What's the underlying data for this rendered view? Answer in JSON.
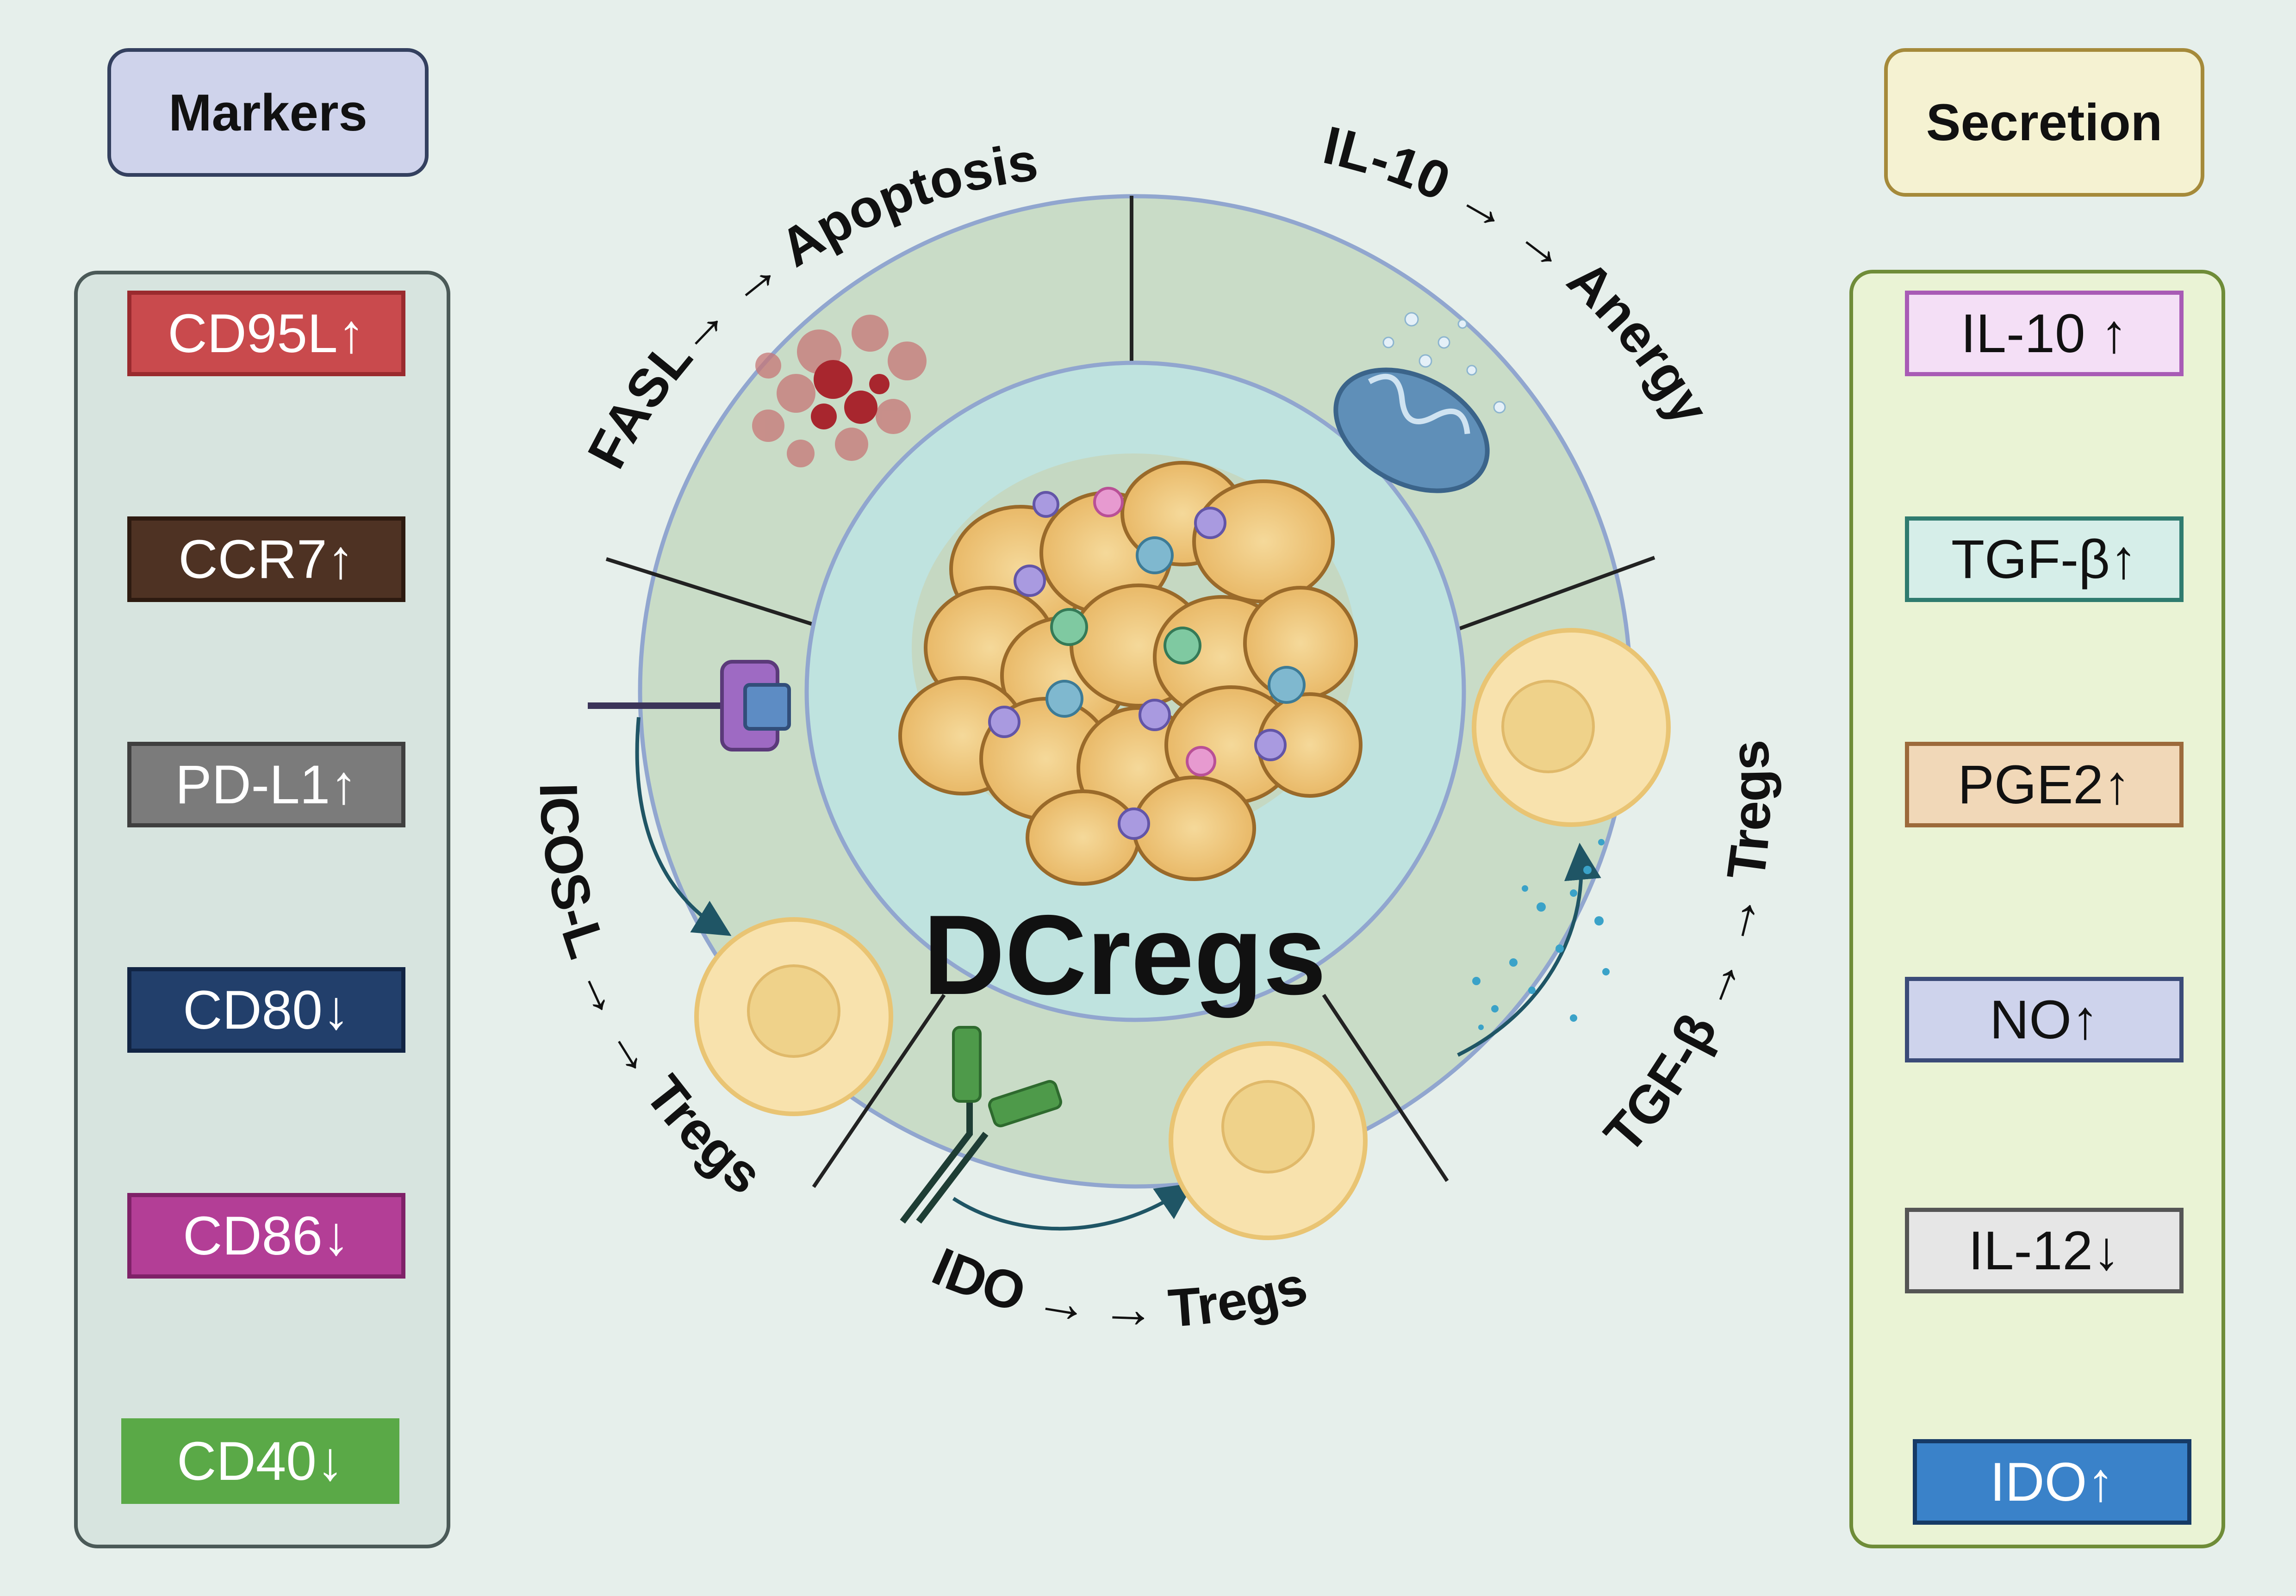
{
  "markers": {
    "title": "Markers",
    "items": [
      {
        "label": "CD95L↑",
        "bg": "#c94a4d",
        "border": "#9a2a2e",
        "color": "#ffffff"
      },
      {
        "label": "CCR7↑",
        "bg": "#4e3223",
        "border": "#2d1a10",
        "color": "#ffffff"
      },
      {
        "label": "PD-L1↑",
        "bg": "#7b7b7b",
        "border": "#3f3f3f",
        "color": "#ffffff"
      },
      {
        "label": "CD80↓",
        "bg": "#223f6b",
        "border": "#112444",
        "color": "#ffffff"
      },
      {
        "label": "CD86↓",
        "bg": "#b33e96",
        "border": "#7f2168",
        "color": "#ffffff"
      },
      {
        "label": "CD40↓",
        "bg": "#5aa947",
        "border": "#5aa947",
        "color": "#ffffff"
      }
    ]
  },
  "secretion": {
    "title": "Secretion",
    "items": [
      {
        "label": "IL-10 ↑",
        "bg": "#f4dff6",
        "border": "#a85bb5",
        "color": "#111111"
      },
      {
        "label": "TGF-β↑",
        "bg": "#d6eee9",
        "border": "#2f7b6f",
        "color": "#111111"
      },
      {
        "label": "PGE2↑",
        "bg": "#f1d8b8",
        "border": "#9c6a3b",
        "color": "#111111"
      },
      {
        "label": "NO↑",
        "bg": "#ced3ec",
        "border": "#3b4b78",
        "color": "#111111"
      },
      {
        "label": "IL-12↓",
        "bg": "#e6e6e6",
        "border": "#555555",
        "color": "#111111"
      },
      {
        "label": "IDO↑",
        "bg": "#3a82c9",
        "border": "#163a66",
        "color": "#ffffff"
      }
    ]
  },
  "center": {
    "label": "DCregs"
  },
  "mechanisms": {
    "fasl": "FASL→ → Apoptosis",
    "il10": "IL-10 → → Anergy",
    "tgfb": "TGF-β → → Tregs",
    "ido": "IDO → → Tregs",
    "icosl": "ICOS-L → → Tregs"
  }
}
